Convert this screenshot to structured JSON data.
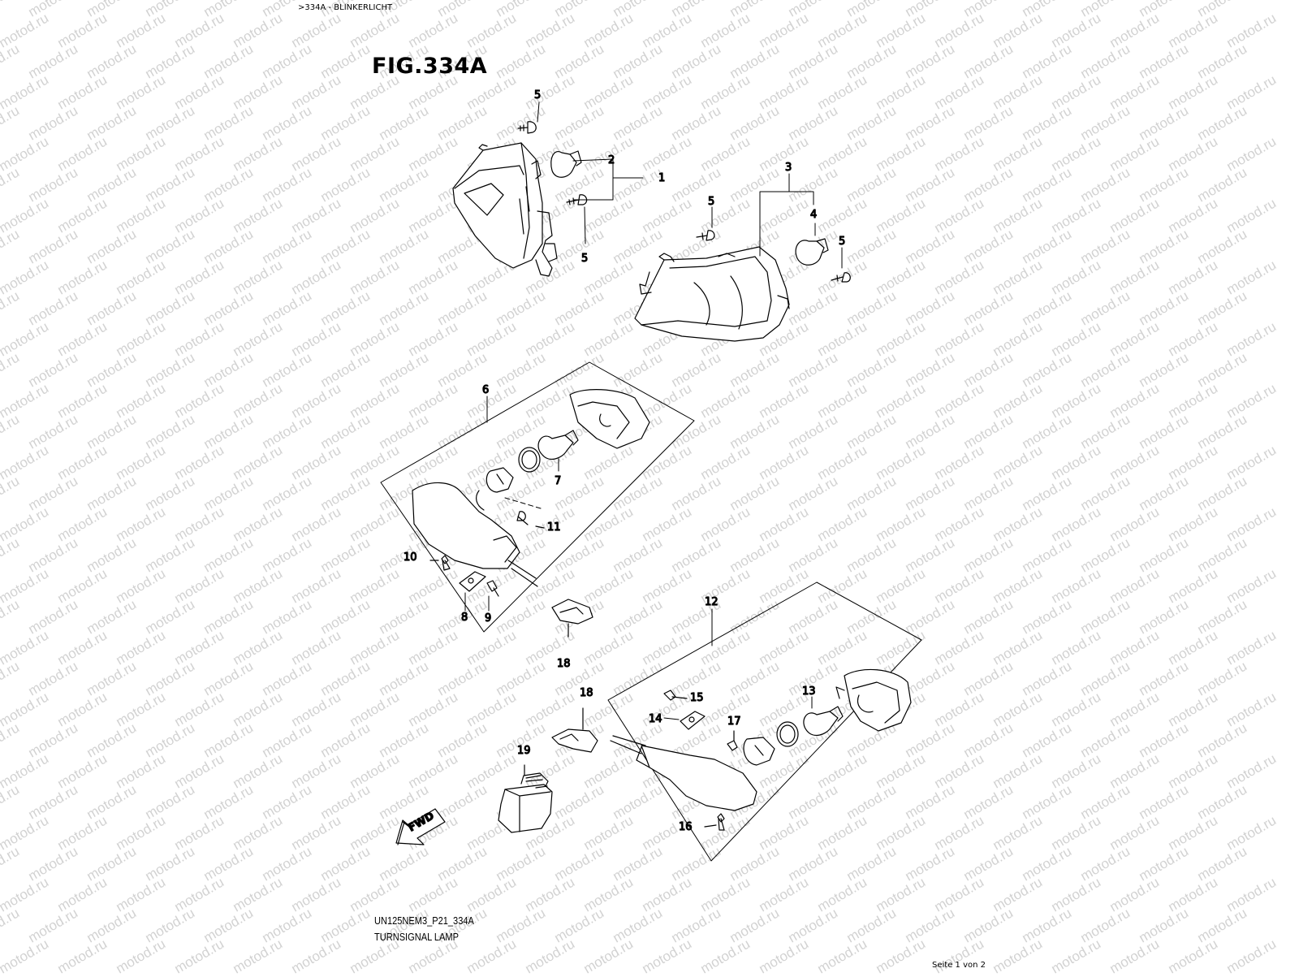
{
  "header": {
    "breadcrumb": ">334A - BLINKERLICHT"
  },
  "figure": {
    "title": "FIG.334A",
    "code": "UN125NEM3_P21_334A",
    "name": "TURNSIGNAL LAMP"
  },
  "footer": {
    "page_count": "Seite 1 von 2"
  },
  "watermark": {
    "text": "motod.ru"
  },
  "fwd_arrow": {
    "label": "FWD"
  },
  "callouts": {
    "c1": "1",
    "c2": "2",
    "c3": "3",
    "c4": "4",
    "c5a": "5",
    "c5b": "5",
    "c5c": "5",
    "c5d": "5",
    "c6": "6",
    "c7": "7",
    "c8": "8",
    "c9": "9",
    "c10": "10",
    "c11": "11",
    "c12": "12",
    "c13": "13",
    "c14": "14",
    "c15": "15",
    "c16": "16",
    "c17": "17",
    "c18a": "18",
    "c18b": "18",
    "c19": "19"
  }
}
